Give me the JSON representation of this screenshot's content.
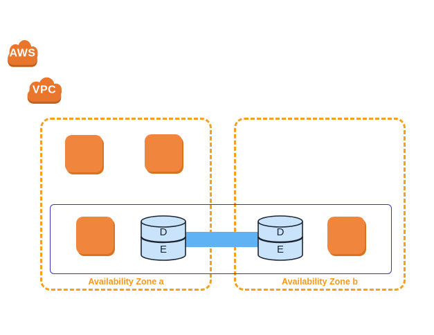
{
  "diagram": {
    "clouds": [
      {
        "label": "AWS"
      },
      {
        "label": "VPC"
      }
    ],
    "zones": [
      {
        "label": "Availability Zone a"
      },
      {
        "label": "Availability Zone b"
      }
    ],
    "databases": [
      {
        "segments": [
          "D",
          "E"
        ]
      },
      {
        "segments": [
          "D",
          "E"
        ]
      }
    ],
    "colors": {
      "instance_orange": "#F0853E",
      "instance_shadow": "#D9731F",
      "cloud_orange": "#E8772D",
      "cloud_shadow": "#C2601C",
      "zone_dash_orange": "#F7A01E",
      "zone_label_orange": "#F7981D",
      "subnet_border_blue": "#3532C8",
      "connector_blue": "#5FB2F3",
      "db_fill": "#C9E3FA",
      "db_stroke": "#1C2430",
      "cloud_text": "#FFFFFF"
    }
  }
}
